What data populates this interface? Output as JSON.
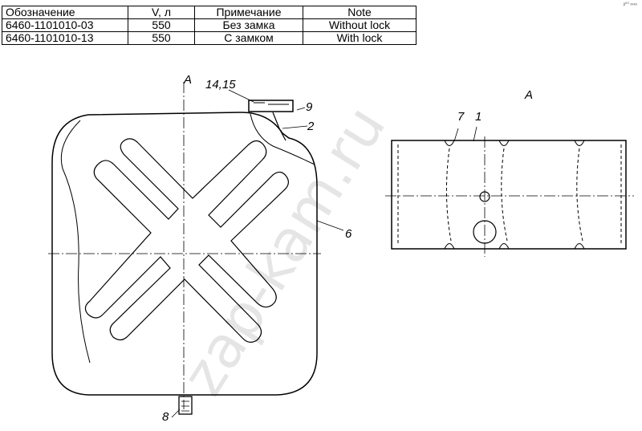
{
  "table": {
    "headers": [
      "Обозначение",
      "V, л",
      "Примечание",
      "Note"
    ],
    "rows": [
      [
        "6460-1101010-03",
        "550",
        "Без замка",
        "Without lock"
      ],
      [
        "6460-1101010-13",
        "550",
        "С замком",
        "With lock"
      ]
    ]
  },
  "callouts": {
    "section_a_left": "А",
    "section_a_right": "А",
    "c14_15": "14,15",
    "c9": "9",
    "c2": "2",
    "c6": "6",
    "c8": "8",
    "c7": "7",
    "c1": "1"
  },
  "watermark": "zap-kam.ru",
  "corner_mark": "з⁰⁰ ∞∞"
}
